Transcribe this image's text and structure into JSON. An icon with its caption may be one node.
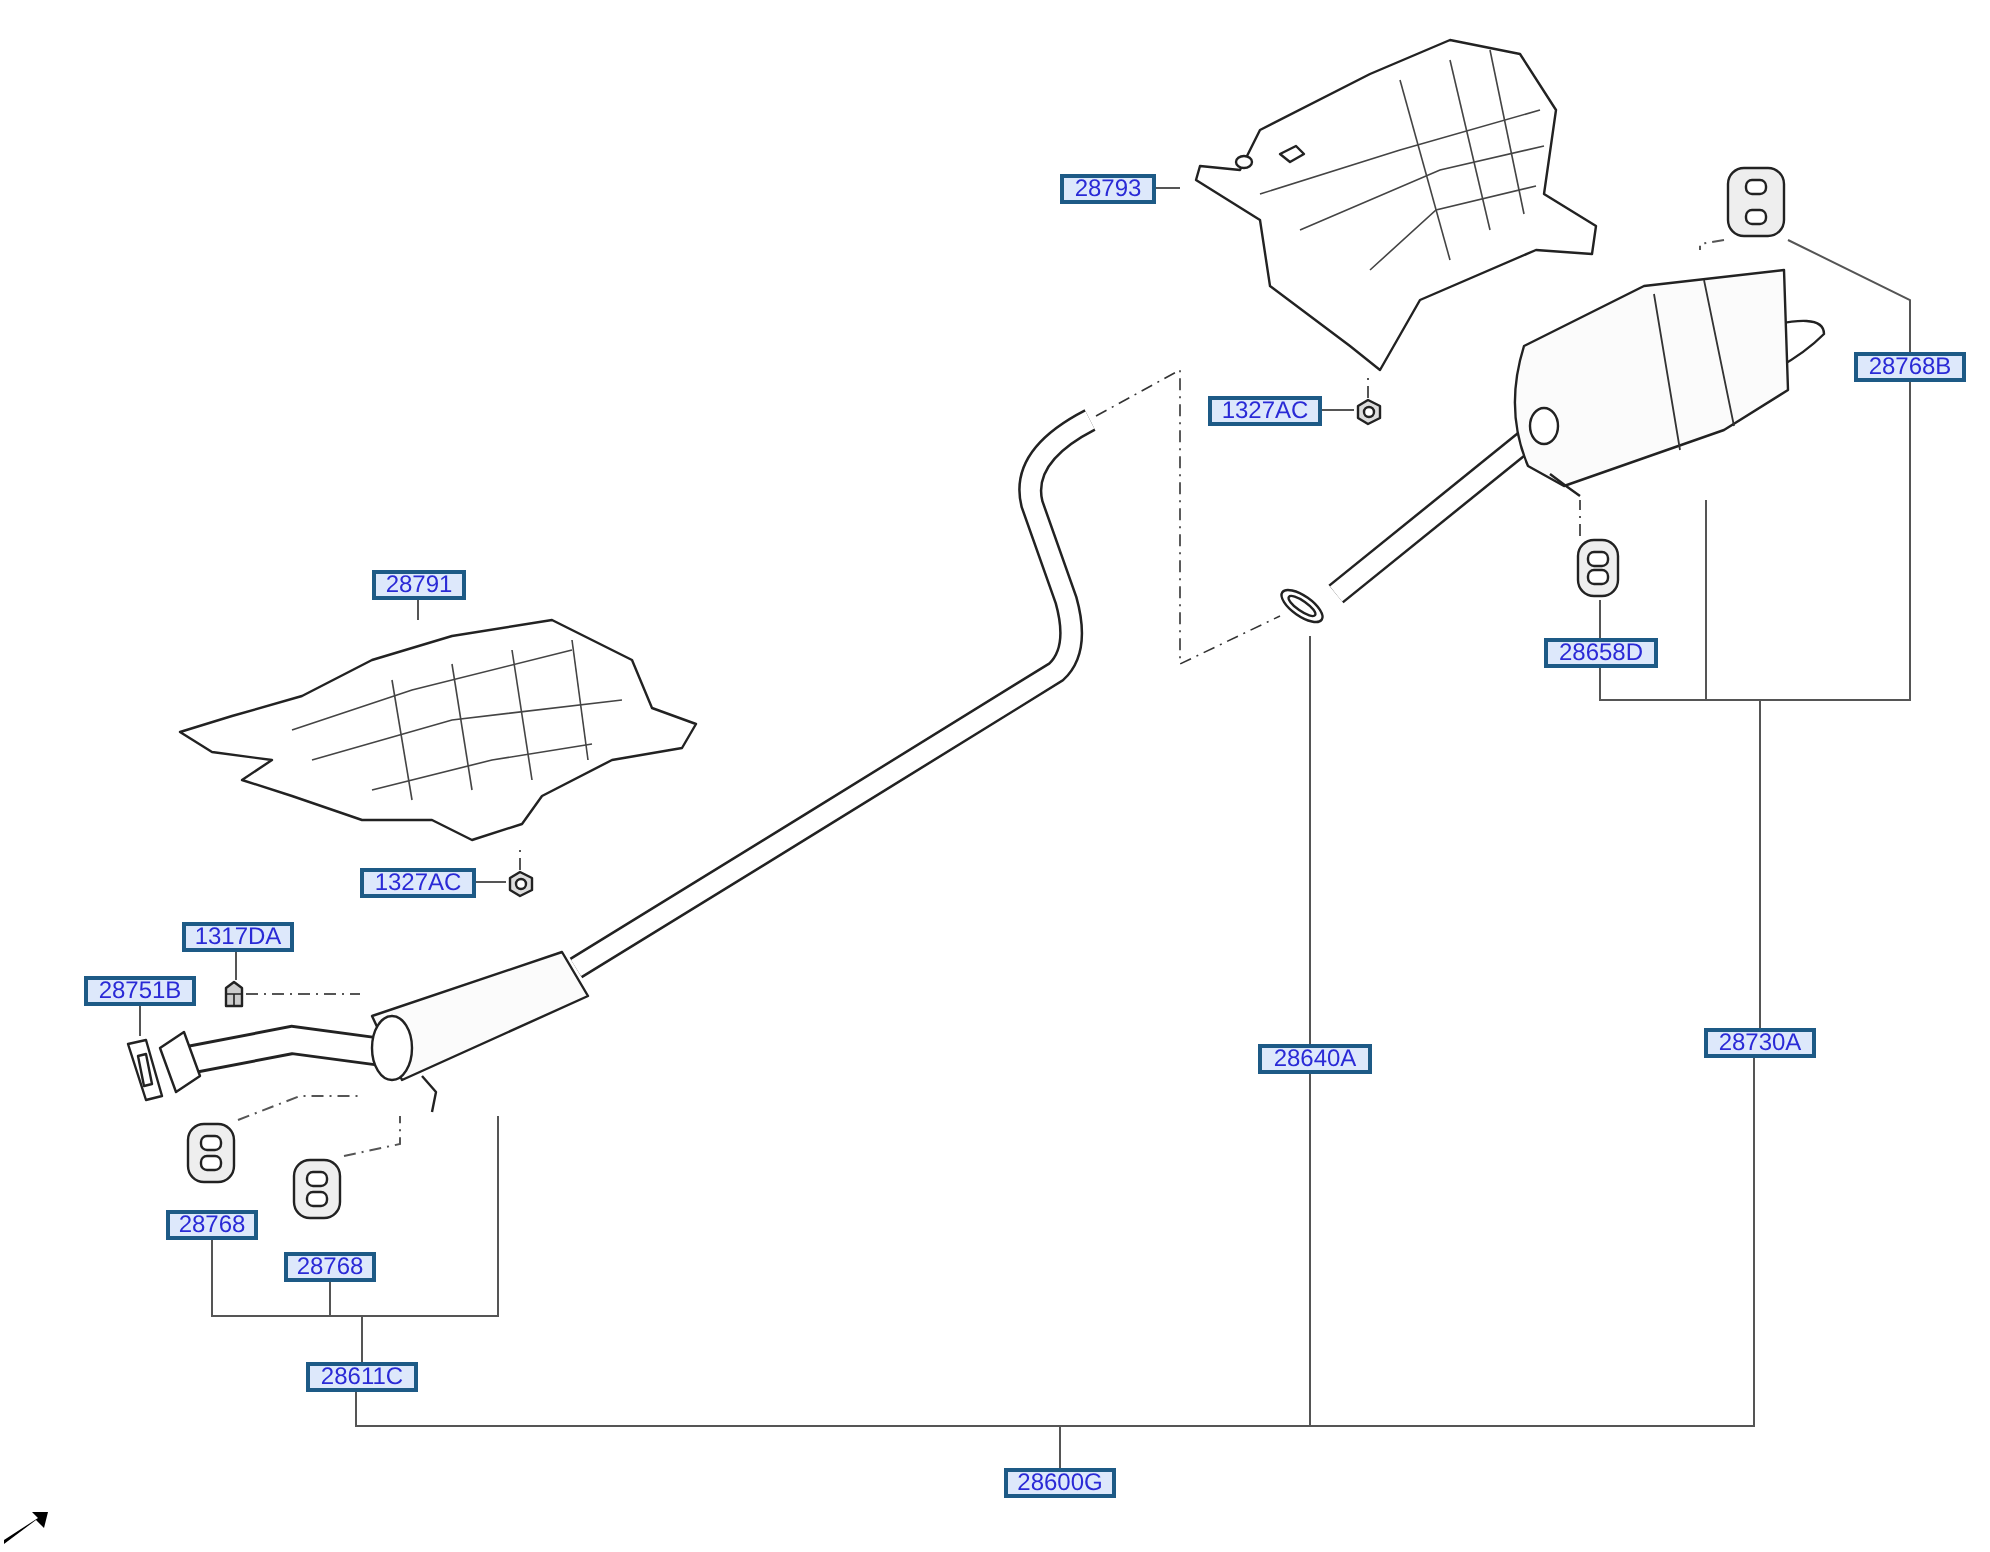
{
  "diagram": {
    "nodes": [
      {
        "text": [
          "28793"
        ]
      },
      {
        "text": [
          "1327AC"
        ]
      },
      {
        "text": [
          "28768B"
        ]
      },
      {
        "text": [
          "28791"
        ]
      },
      {
        "text": [
          "28658D"
        ]
      },
      {
        "text": [
          "1327AC"
        ]
      },
      {
        "text": [
          "1317DA"
        ]
      },
      {
        "text": [
          "28751B"
        ]
      },
      {
        "text": [
          "28640A"
        ]
      },
      {
        "text": [
          "28730A"
        ]
      },
      {
        "text": [
          "28768"
        ]
      },
      {
        "text": [
          "28768"
        ]
      },
      {
        "text": [
          "28611C"
        ]
      },
      {
        "text": [
          "28600G"
        ]
      },
      {
        "text": [],
        "shape": "picture"
      },
      {
        "text": [],
        "shape": "picture"
      },
      {
        "text": [],
        "shape": "picture"
      },
      {
        "text": [],
        "shape": "picture"
      },
      {
        "text": [],
        "shape": "picture"
      },
      {
        "text": [],
        "shape": "picture"
      },
      {
        "text": [],
        "shape": "picture"
      },
      {
        "text": [],
        "shape": "picture"
      },
      {
        "text": [],
        "shape": "picture"
      },
      {
        "text": [],
        "shape": "picture"
      },
      {
        "text": [],
        "shape": "picture"
      },
      {
        "text": [],
        "shape": "picture"
      },
      {
        "text": [],
        "shape": "picture"
      }
    ],
    "edges": [
      {
        "from": 0,
        "to": 14,
        "arrow": "none"
      },
      {
        "from": 1,
        "to": 15,
        "arrow": "none"
      },
      {
        "from": 2,
        "to": 16,
        "arrow": "none"
      },
      {
        "from": 3,
        "to": 17,
        "arrow": "none"
      },
      {
        "from": 4,
        "to": 19,
        "arrow": "none"
      },
      {
        "from": 5,
        "to": 20,
        "arrow": "none"
      },
      {
        "from": 6,
        "to": 21,
        "arrow": "none"
      },
      {
        "from": 7,
        "to": 22,
        "arrow": "none"
      },
      {
        "from": 8,
        "to": 23,
        "arrow": "none"
      },
      {
        "from": 9,
        "to": 4,
        "arrow": "none"
      },
      {
        "from": 9,
        "to": 2,
        "arrow": "none"
      },
      {
        "from": 9,
        "to": 18,
        "arrow": "none"
      },
      {
        "from": 12,
        "to": 10,
        "arrow": "none"
      },
      {
        "from": 12,
        "to": 11,
        "arrow": "none"
      },
      {
        "from": 12,
        "to": 26,
        "arrow": "none"
      },
      {
        "from": 13,
        "to": 12,
        "arrow": "none"
      },
      {
        "from": 13,
        "to": 8,
        "arrow": "none"
      },
      {
        "from": 13,
        "to": 9,
        "arrow": "none"
      },
      {
        "from": 15,
        "to": 14,
        "arrow": "none",
        "style": "dashed"
      },
      {
        "from": 20,
        "to": 17,
        "arrow": "none",
        "style": "dashed"
      },
      {
        "from": 16,
        "to": 18,
        "arrow": "none",
        "style": "dashed"
      },
      {
        "from": 19,
        "to": 18,
        "arrow": "none",
        "style": "dashed"
      },
      {
        "from": 24,
        "to": 26,
        "arrow": "none",
        "style": "dashed"
      },
      {
        "from": 25,
        "to": 26,
        "arrow": "none",
        "style": "dashed"
      },
      {
        "from": 21,
        "to": 26,
        "arrow": "none",
        "style": "dashed"
      }
    ]
  }
}
